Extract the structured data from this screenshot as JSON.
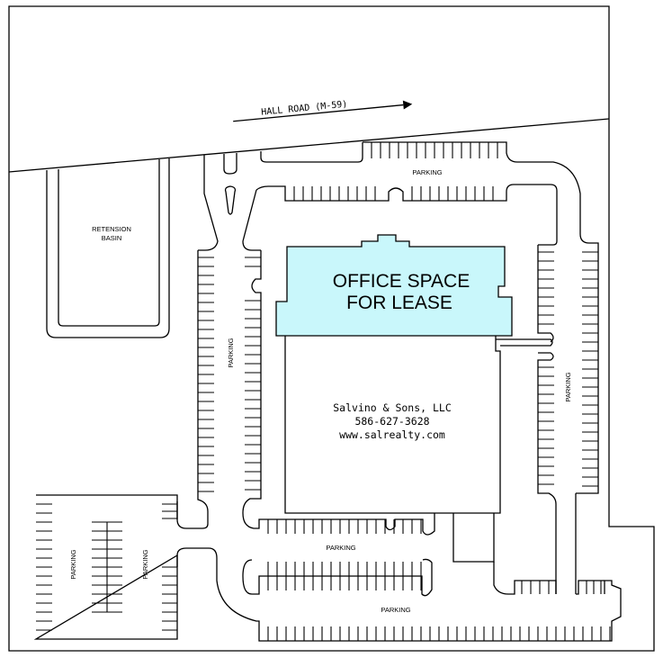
{
  "road": {
    "label": "HALL ROAD (M-59)",
    "direction": "east-arrow"
  },
  "retention_basin": {
    "line1": "RETENSION",
    "line2": "BASIN"
  },
  "building": {
    "lease_line1": "OFFICE SPACE",
    "lease_line2": "FOR LEASE",
    "lease_color": "#c9f7fb",
    "company": "Salvino & Sons, LLC",
    "phone": "586-627-3628",
    "website": "www.salrealty.com"
  },
  "parking_labels": {
    "north": "PARKING",
    "west": "PARKING",
    "east": "PARKING",
    "south_inner": "PARKING",
    "south_outer": "PARKING",
    "southwest_left": "PARKING",
    "southwest_right": "PARKING"
  },
  "colors": {
    "line": "#000000",
    "background": "#ffffff",
    "lease_fill": "#c9f7fb"
  }
}
